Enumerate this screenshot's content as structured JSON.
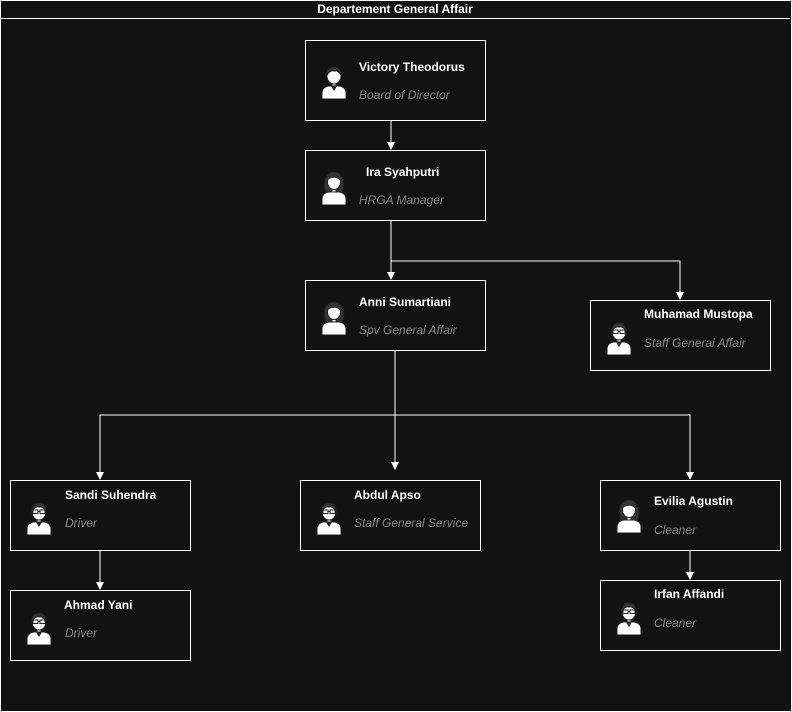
{
  "title": "Departement General Affair",
  "colors": {
    "background": "#121212",
    "border": "#ffffff",
    "name": "#ffffff",
    "role": "#8a8a8a"
  },
  "people": {
    "victory": {
      "name": "Victory Theodorus",
      "role": "Board of Director",
      "icon": "male-avatar-icon"
    },
    "ira": {
      "name": "Ira Syahputri",
      "role": "HRGA  Manager",
      "icon": "female-avatar-icon"
    },
    "anni": {
      "name": "Anni Sumartiani",
      "role": "Spv General Affair",
      "icon": "female-avatar-icon"
    },
    "muhamad": {
      "name": "Muhamad Mustopa",
      "role": "Staff General Affair",
      "icon": "male-glasses-avatar-icon"
    },
    "sandi": {
      "name": "Sandi Suhendra",
      "role": "Driver",
      "icon": "male-glasses-avatar-icon"
    },
    "abdul": {
      "name": "Abdul Apso",
      "role": "Staff General Service",
      "icon": "male-glasses-avatar-icon"
    },
    "evilia": {
      "name": "Evilia Agustin",
      "role": "Cleaner",
      "icon": "female-avatar-icon"
    },
    "ahmad": {
      "name": "Ahmad Yani",
      "role": "Driver",
      "icon": "male-glasses-avatar-icon"
    },
    "irfan": {
      "name": "Irfan Affandi",
      "role": "Cleaner",
      "icon": "male-glasses-avatar-icon"
    }
  }
}
